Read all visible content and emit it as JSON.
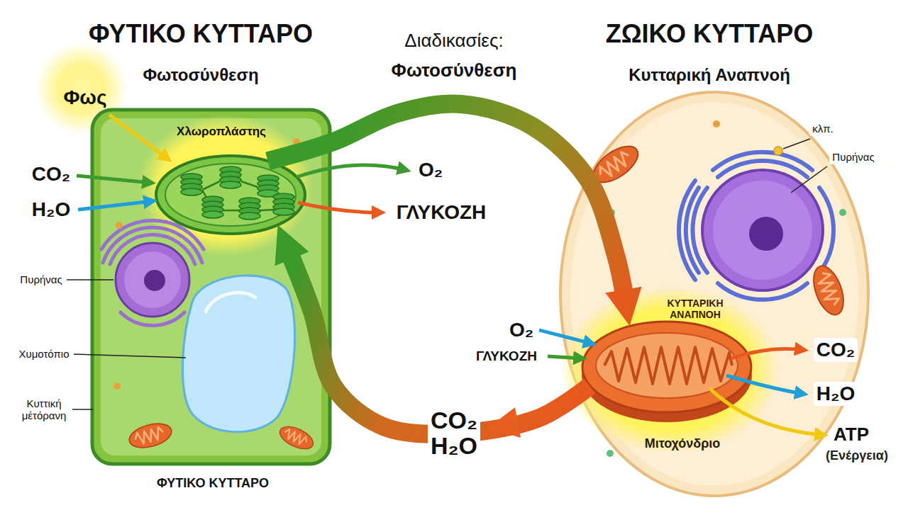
{
  "diagram": {
    "nodes": [
      {
        "text": [
          "ΦΥΤΙΚΟ ΚΥΤΤΑΡΟ",
          "Φωτοσύνθεση"
        ]
      },
      {
        "text": [
          "Χλωροπλάστης"
        ],
        "in": 0
      },
      {
        "text": [
          "ΖΩΙΚΟ ΚΥΤΤΑΡΟ",
          "Κυτταρική Αναπνοή"
        ]
      },
      {
        "text": [
          "ΚΥΤΤΑΡΙΚΗ ΑΝΑΠΝΟΗ",
          "Μιτοχόνδριο"
        ],
        "in": 2
      }
    ],
    "edges": [
      {
        "from": 1,
        "to": 3,
        "arrow": "to"
      },
      {
        "from": 3,
        "to": 1,
        "arrow": "to",
        "label": "CO₂ H₂O"
      }
    ],
    "labels": [
      "Διαδικασίες:",
      "Φωτοσύνθεση",
      "Φως",
      "CO₂",
      "H₂O",
      "O₂",
      "ΓΛΥΚΟΖΗ",
      "Πυρήνας",
      "Χυμοτόπιο",
      "Κυττική μέτόρανη",
      "ΦΥΤΙΚΟ ΚΥΤΤΑΡΟ",
      "κλπ.",
      "Πυρήνας",
      "O₂",
      "ΓΛΥΚΟΖΗ",
      "CO₂",
      "H₂O",
      "ATP",
      "(Ενέργεια)"
    ]
  }
}
